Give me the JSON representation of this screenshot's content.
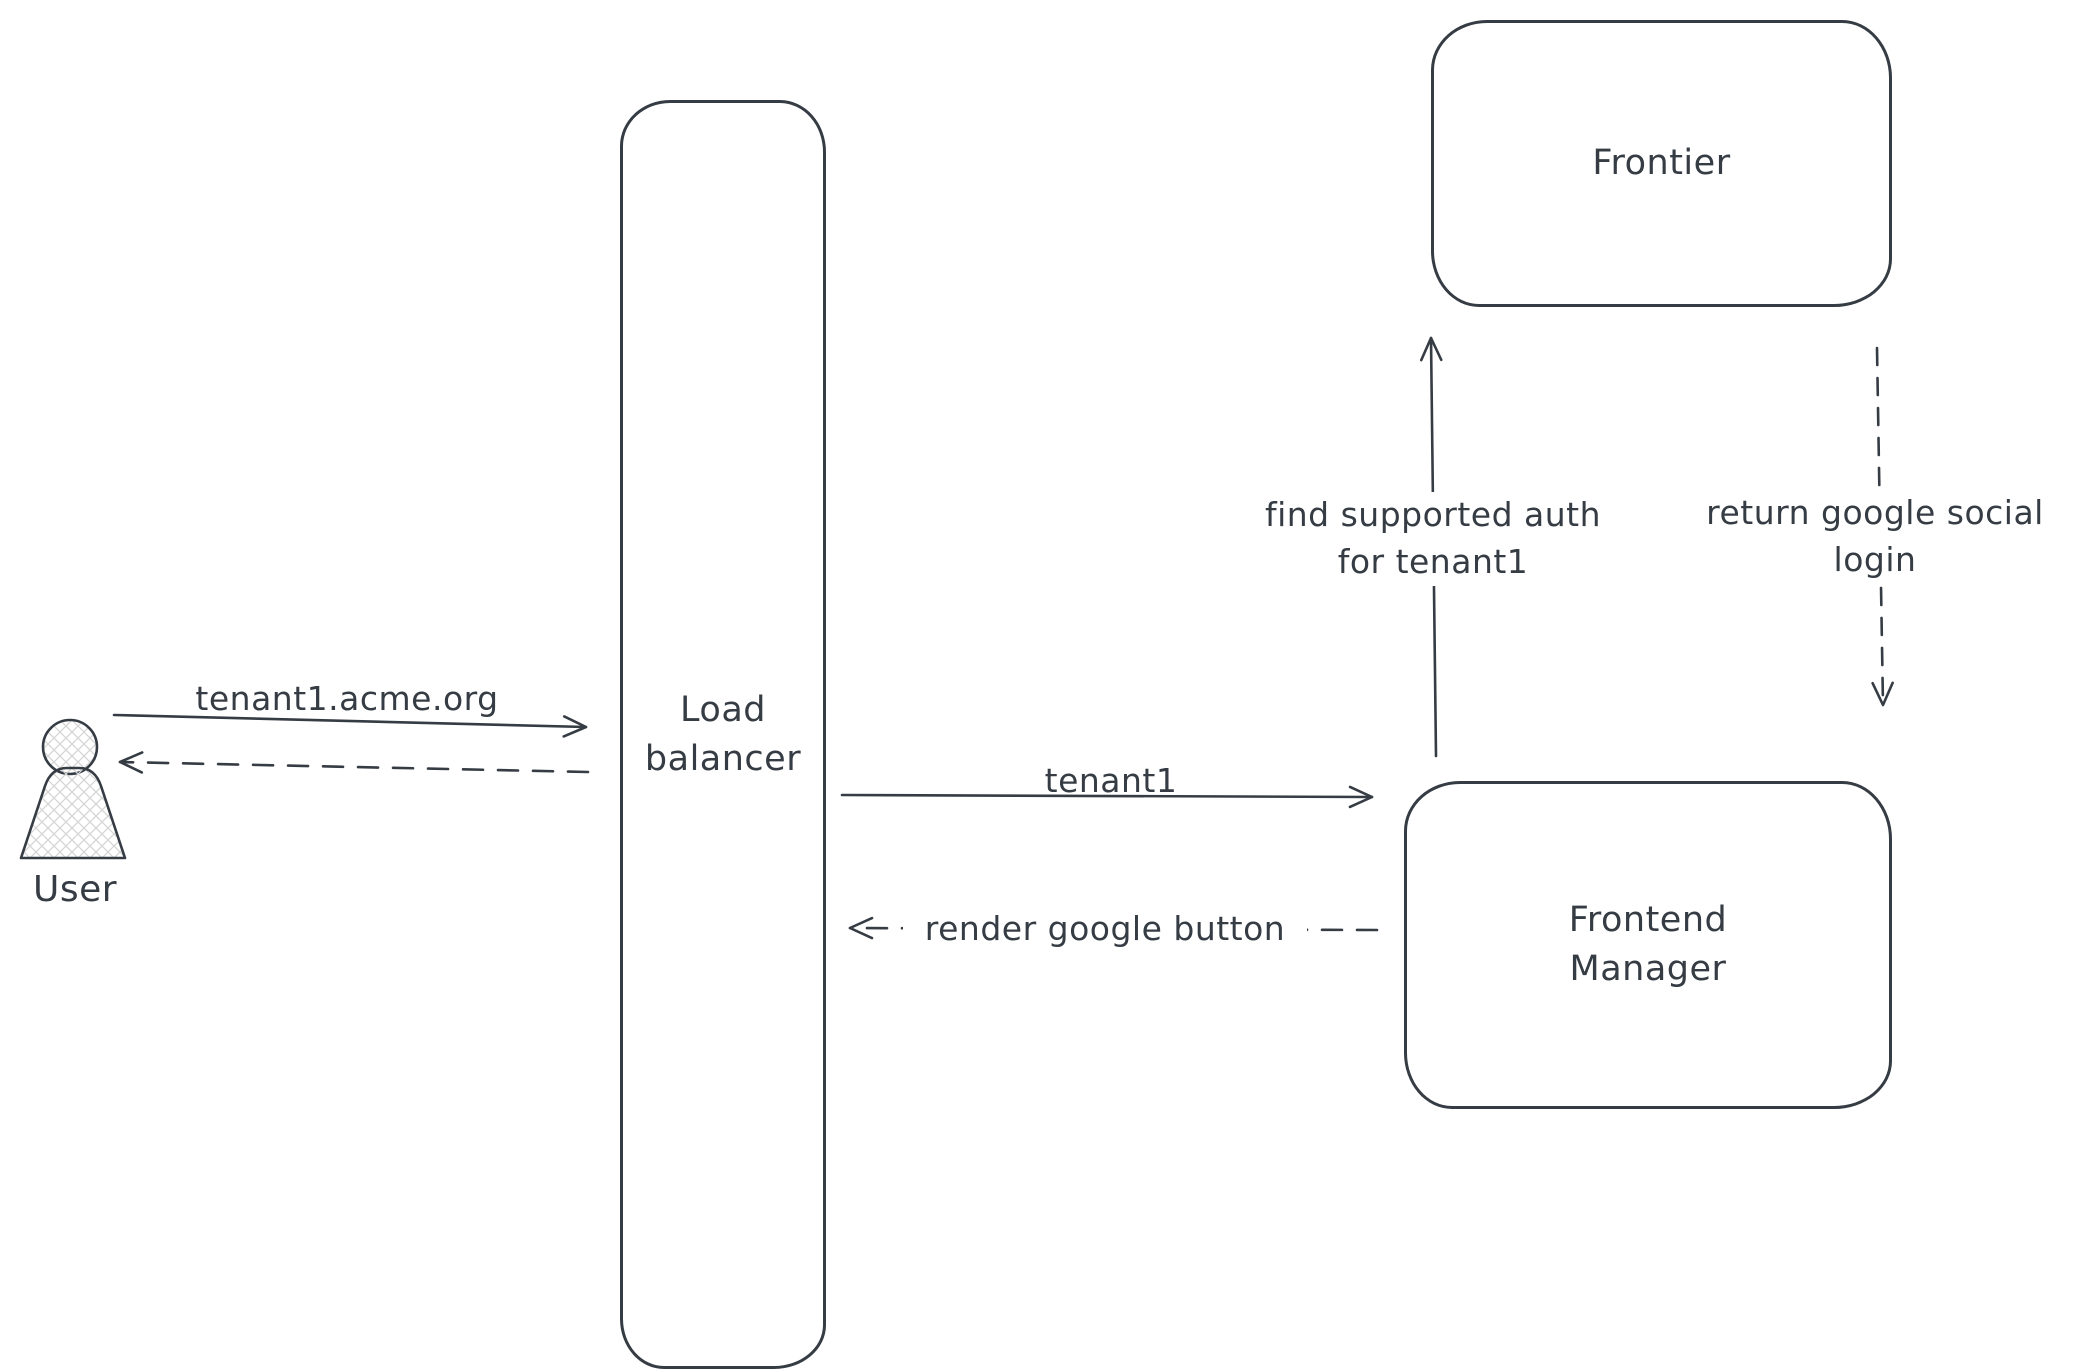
{
  "diagram": {
    "colors": {
      "background": "#ffffff",
      "stroke": "#363c44",
      "hatch": "#d4d4d4"
    },
    "nodes": {
      "user": {
        "label": "User"
      },
      "load_balancer": {
        "line1": "Load",
        "line2": "balancer"
      },
      "frontier": {
        "label": "Frontier"
      },
      "frontend_manager": {
        "line1": "Frontend",
        "line2": "Manager"
      }
    },
    "edges": {
      "user_to_lb": {
        "label": "tenant1.acme.org",
        "style": "solid"
      },
      "lb_to_user": {
        "label": "",
        "style": "dashed"
      },
      "lb_to_fm": {
        "label": "tenant1",
        "style": "solid"
      },
      "fm_to_lb": {
        "label": "render google button",
        "style": "dashed"
      },
      "fm_to_frontier": {
        "line1": "find supported auth",
        "line2": "for tenant1",
        "style": "solid"
      },
      "frontier_to_fm": {
        "line1": "return google social",
        "line2": "login",
        "style": "dashed"
      }
    }
  }
}
